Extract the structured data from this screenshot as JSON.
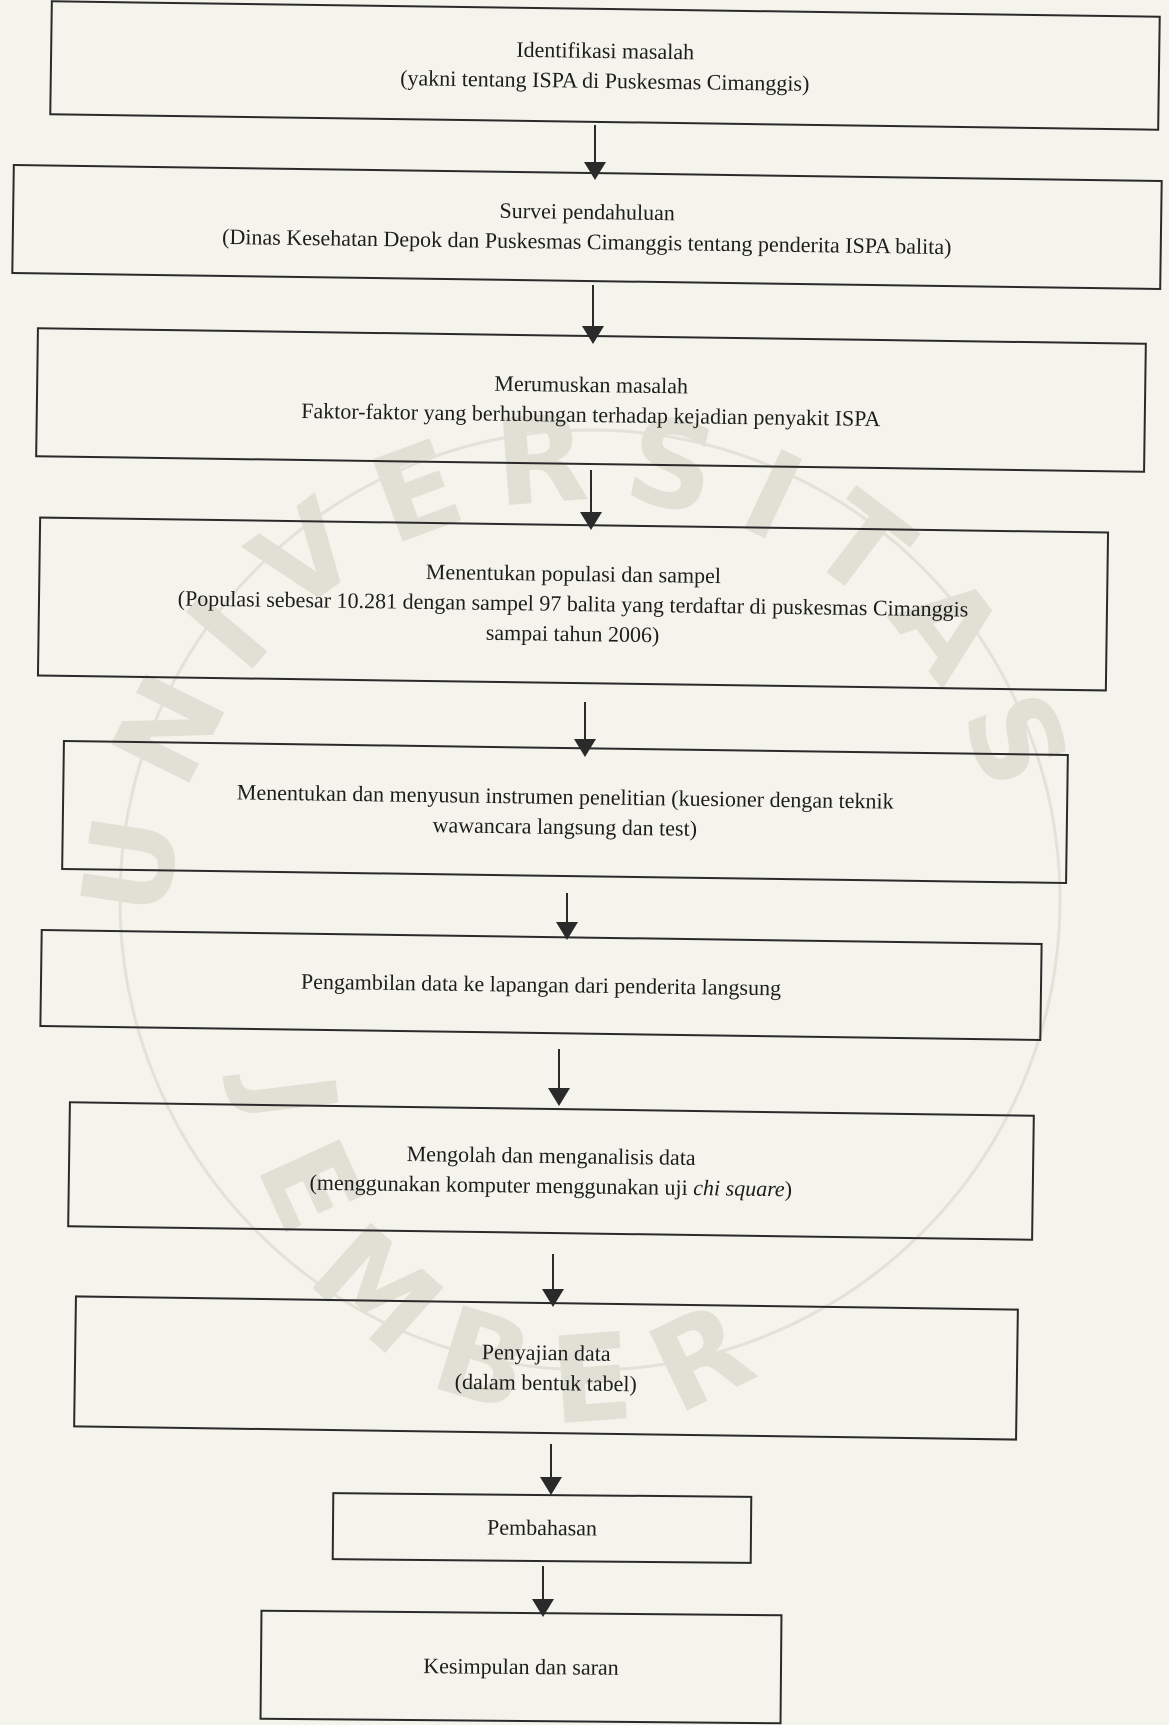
{
  "watermark": {
    "top_text": "UNIVERSITAS",
    "bottom_text": "JEMBER",
    "color": "#d9d9cf"
  },
  "steps": [
    {
      "line1": "Identifikasi masalah",
      "line2": "(yakni tentang ISPA di Puskesmas Cimanggis)"
    },
    {
      "line1": "Survei pendahuluan",
      "line2": "(Dinas Kesehatan Depok dan Puskesmas Cimanggis tentang penderita ISPA balita)"
    },
    {
      "line1": "Merumuskan masalah",
      "line2": "Faktor-faktor yang berhubungan terhadap kejadian penyakit ISPA"
    },
    {
      "line1": "Menentukan populasi dan sampel",
      "line2": "(Populasi sebesar 10.281 dengan sampel 97 balita yang terdaftar di puskesmas Cimanggis",
      "line3": "sampai tahun 2006)"
    },
    {
      "line1": "Menentukan dan menyusun instrumen penelitian (kuesioner dengan teknik",
      "line2": "wawancara langsung dan test)"
    },
    {
      "line1": "Pengambilan data ke lapangan dari penderita langsung"
    },
    {
      "line1": "Mengolah dan menganalisis data",
      "line2_prefix": "(menggunakan komputer menggunakan uji ",
      "line2_italic": "chi square",
      "line2_suffix": ")"
    },
    {
      "line1": "Penyajian data",
      "line2": "(dalam bentuk tabel)"
    },
    {
      "line1": "Pembahasan"
    },
    {
      "line1": "Kesimpulan dan saran"
    }
  ]
}
